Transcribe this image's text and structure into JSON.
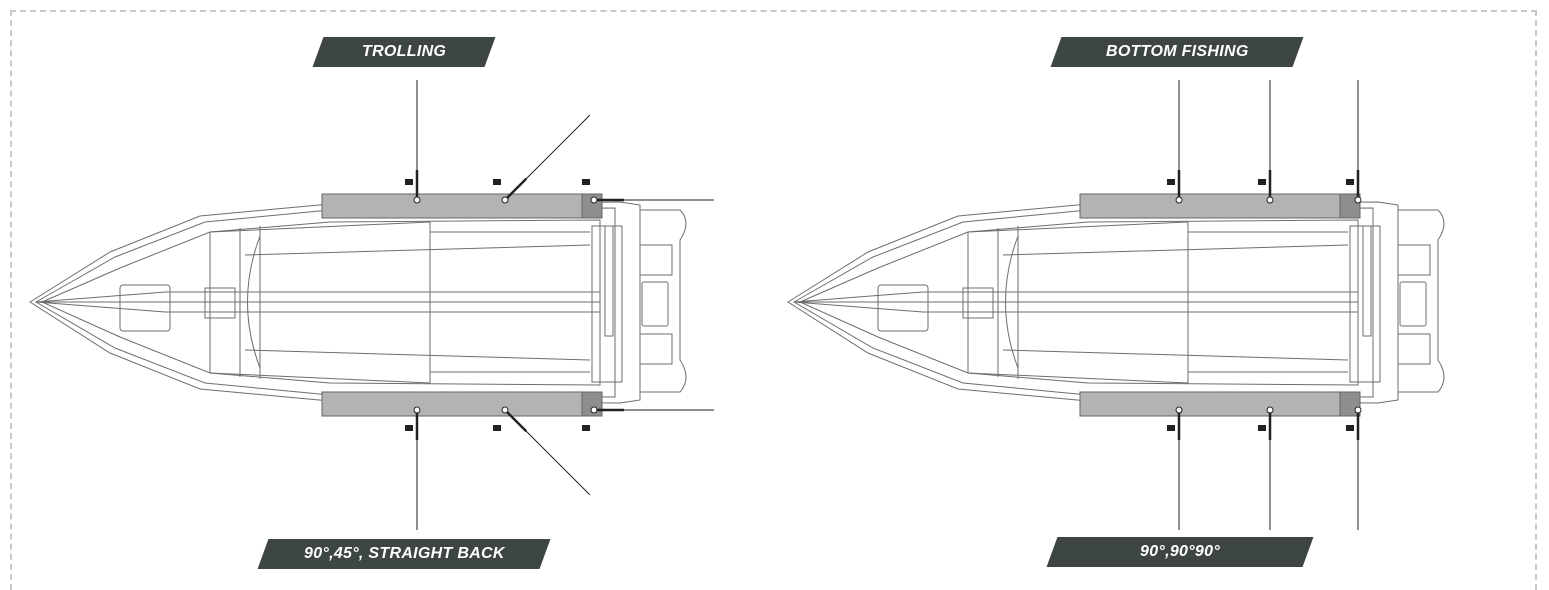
{
  "panels": [
    {
      "id": "trolling",
      "title": "TROLLING",
      "caption": "90°,45°, STRAIGHT BACK",
      "rods": [
        {
          "side": "top",
          "angle_deg": 90
        },
        {
          "side": "top",
          "angle_deg": 45
        },
        {
          "side": "top",
          "angle_deg": 0
        },
        {
          "side": "bottom",
          "angle_deg": 90
        },
        {
          "side": "bottom",
          "angle_deg": 45
        },
        {
          "side": "bottom",
          "angle_deg": 0
        }
      ]
    },
    {
      "id": "bottom-fishing",
      "title": "BOTTOM FISHING",
      "caption": "90°,90°90°",
      "rods": [
        {
          "side": "top",
          "angle_deg": 90
        },
        {
          "side": "top",
          "angle_deg": 90
        },
        {
          "side": "top",
          "angle_deg": 90
        },
        {
          "side": "bottom",
          "angle_deg": 90
        },
        {
          "side": "bottom",
          "angle_deg": 90
        },
        {
          "side": "bottom",
          "angle_deg": 90
        }
      ]
    }
  ],
  "colors": {
    "banner": "#3e4641",
    "rail": "#b3b3b3",
    "rail_end": "#8e8e8e",
    "hull_line": "#6e6e6e",
    "rod": "#222222",
    "frame": "#c9c9c9"
  }
}
